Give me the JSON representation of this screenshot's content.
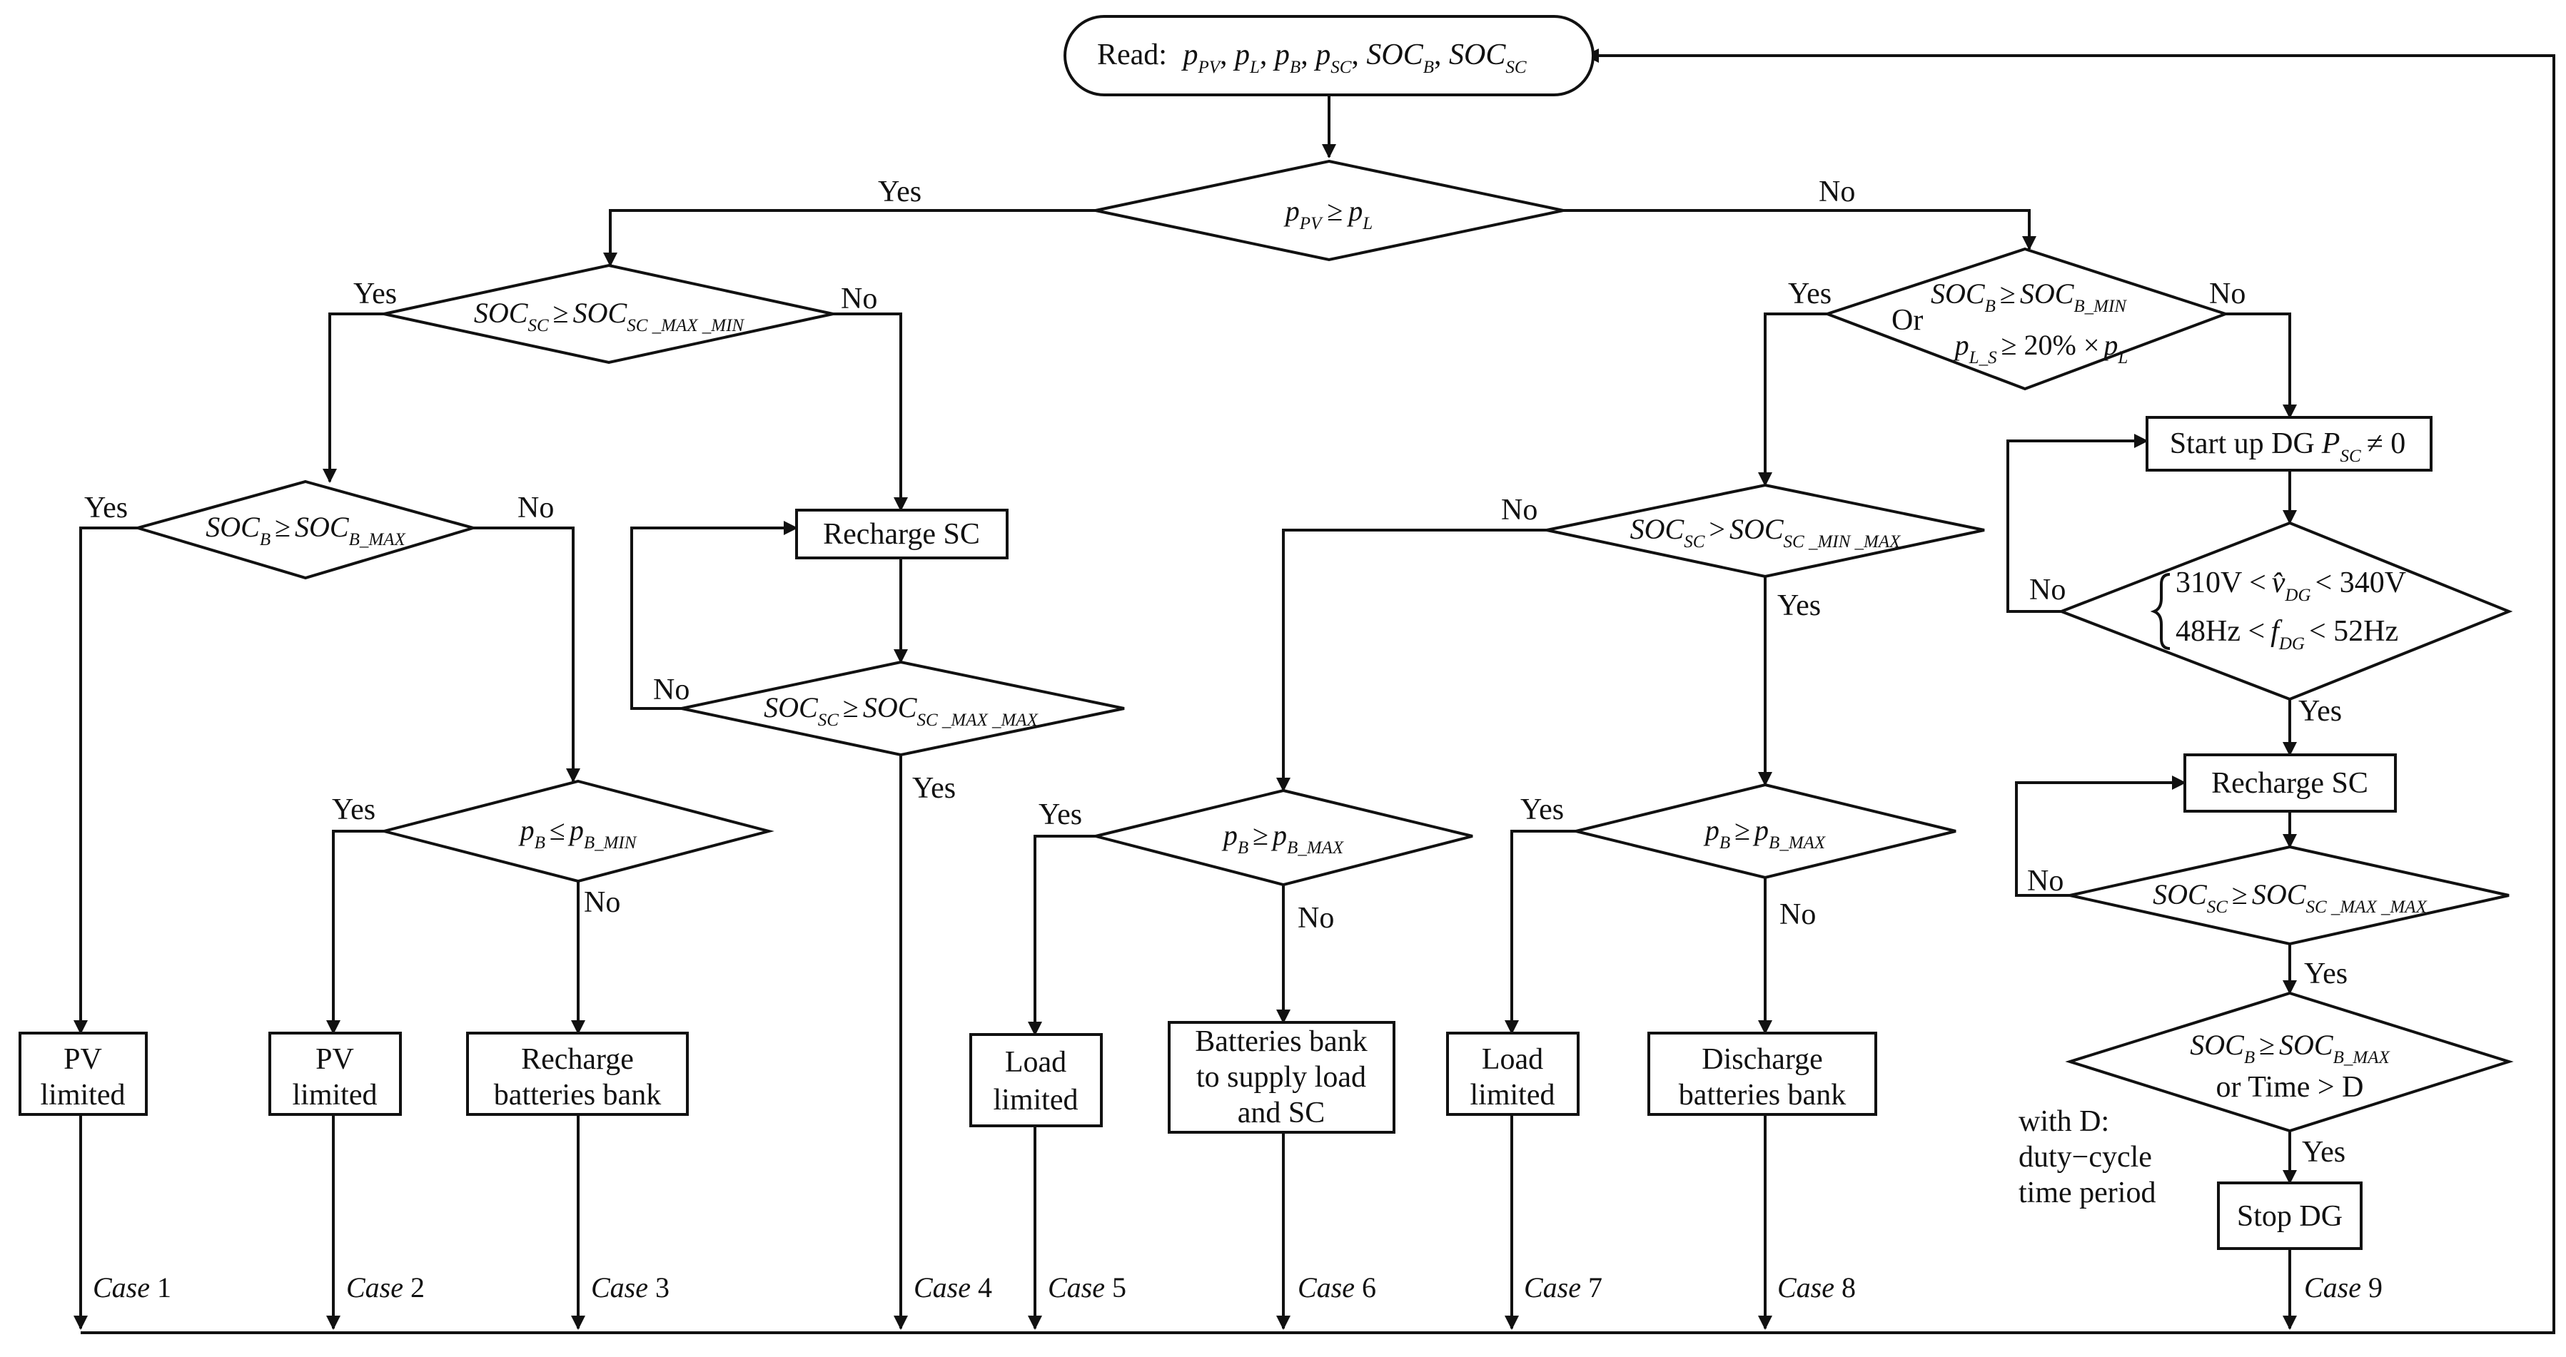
{
  "start": {
    "read_label": "Read:",
    "var_p": "p",
    "var_soc": "SOC",
    "subs": [
      "PV",
      "L",
      "B",
      "SC",
      "B",
      "SC"
    ]
  },
  "decisions": {
    "d1": {
      "lhs": "p",
      "lhs_sub": "PV",
      "op": "≥",
      "rhs": "p",
      "rhs_sub": "L"
    },
    "d2": {
      "lhs": "SOC",
      "lhs_sub": "SC",
      "op": "≥",
      "rhs": "SOC",
      "rhs_sub": "SC _MAX _MIN"
    },
    "d3": {
      "lhs": "SOC",
      "lhs_sub": "B",
      "op": "≥",
      "rhs": "SOC",
      "rhs_sub": "B_MAX"
    },
    "d4": {
      "lhs": "p",
      "lhs_sub": "B",
      "op": "≤",
      "rhs": "p",
      "rhs_sub": "B_MIN"
    },
    "d5": {
      "lhs": "SOC",
      "lhs_sub": "SC",
      "op": "≥",
      "rhs": "SOC",
      "rhs_sub": "SC _MAX _MAX"
    },
    "d6": {
      "line1_lhs": "SOC",
      "line1_lhs_sub": "B",
      "line1_op": "≥",
      "line1_rhs": "SOC",
      "line1_rhs_sub": "B_MIN",
      "or": "Or",
      "line2_lhs": "p",
      "line2_lhs_sub": "L_S",
      "line2_mid": "≥ 20% ×",
      "line2_rhs": "p",
      "line2_rhs_sub": "L"
    },
    "d7": {
      "lhs": "SOC",
      "lhs_sub": "SC",
      "op": ">",
      "rhs": "SOC",
      "rhs_sub": "SC _MIN _MAX"
    },
    "d8": {
      "lhs": "p",
      "lhs_sub": "B",
      "op": "≥",
      "rhs": "p",
      "rhs_sub": "B_MAX"
    },
    "d9": {
      "lhs": "p",
      "lhs_sub": "B",
      "op": "≥",
      "rhs": "p",
      "rhs_sub": "B_MAX"
    },
    "d10": {
      "line1_pre": "310V <",
      "line1_var": "v̂",
      "line1_sub": "DG",
      "line1_post": "< 340V",
      "line2_pre": "48Hz <",
      "line2_var": "f",
      "line2_sub": "DG",
      "line2_post": "< 52Hz"
    },
    "d11": {
      "lhs": "SOC",
      "lhs_sub": "SC",
      "op": "≥",
      "rhs": "SOC",
      "rhs_sub": "SC _MAX _MAX"
    },
    "d12": {
      "lhs": "SOC",
      "lhs_sub": "B",
      "op": "≥",
      "rhs": "SOC",
      "rhs_sub": "B_MAX",
      "line2": "or Time > D"
    }
  },
  "process": {
    "p1": [
      "PV",
      "limited"
    ],
    "p2": [
      "PV",
      "limited"
    ],
    "p3": [
      "Recharge",
      "batteries bank"
    ],
    "p4": "Recharge SC",
    "p5": [
      "Load",
      "limited"
    ],
    "p6": [
      "Batteries bank",
      "to supply load",
      "and SC"
    ],
    "p7": [
      "Load",
      "limited"
    ],
    "p8": [
      "Discharge",
      "batteries bank"
    ],
    "p9_text": "Start up DG",
    "p9_var": "P",
    "p9_sub": "SC",
    "p9_rel": "≠ 0",
    "p10": "Recharge SC",
    "p11": "Stop DG"
  },
  "edge_labels": {
    "yes": "Yes",
    "no": "No"
  },
  "note": [
    "with D:",
    "duty−cycle",
    "time period"
  ],
  "case_word": "Case",
  "cases": [
    "1",
    "2",
    "3",
    "4",
    "5",
    "6",
    "7",
    "8",
    "9"
  ]
}
